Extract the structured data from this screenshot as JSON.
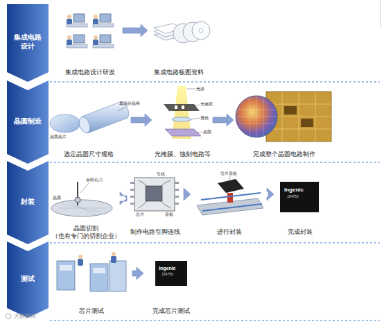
{
  "diagram": {
    "nodes": [
      {
        "text": [
          "集成电路设计"
        ]
      },
      {
        "text": [
          "集成电路设计研发"
        ]
      },
      {
        "text": [
          "集成电路板图资料"
        ]
      },
      {
        "text": [
          "晶圆制造"
        ]
      },
      {
        "text": [
          "选定晶圆尺寸规格"
        ]
      },
      {
        "text": [
          "光掩膜、蚀刻电路等"
        ]
      },
      {
        "text": [
          "完成整个晶圆电路制作"
        ]
      },
      {
        "text": [
          "封装"
        ]
      },
      {
        "text": [
          "晶圆切割 （也有专门的切割企业）"
        ]
      },
      {
        "text": [
          "制作电路引脚连线"
        ]
      },
      {
        "text": [
          "进行封装"
        ]
      },
      {
        "text": [
          "完成封装"
        ]
      },
      {
        "text": [
          "测试"
        ]
      },
      {
        "text": [
          "芯片测试"
        ]
      },
      {
        "text": [
          "完成芯片测试"
        ]
      }
    ],
    "edges": [
      {
        "from": 1,
        "to": 2,
        "arrow": "to"
      },
      {
        "from": 4,
        "to": 5,
        "arrow": "to"
      },
      {
        "from": 5,
        "to": 6,
        "arrow": "to"
      },
      {
        "from": 8,
        "to": 9,
        "arrow": "to"
      },
      {
        "from": 9,
        "to": 10,
        "arrow": "to"
      },
      {
        "from": 10,
        "to": 11,
        "arrow": "to"
      },
      {
        "from": 13,
        "to": 14,
        "arrow": "to"
      }
    ],
    "labels": [
      "晶圆晶片",
      "单晶硅晶棒",
      "光源",
      "光掩膜",
      "透镜",
      "晶圆",
      "金刚石刀",
      "晶圆",
      "引线",
      "芯片",
      "基板",
      "芯片基板",
      "Ingenic",
      "JZ4750",
      "Ingenic",
      "JZ4750",
      "大数跑得"
    ]
  }
}
